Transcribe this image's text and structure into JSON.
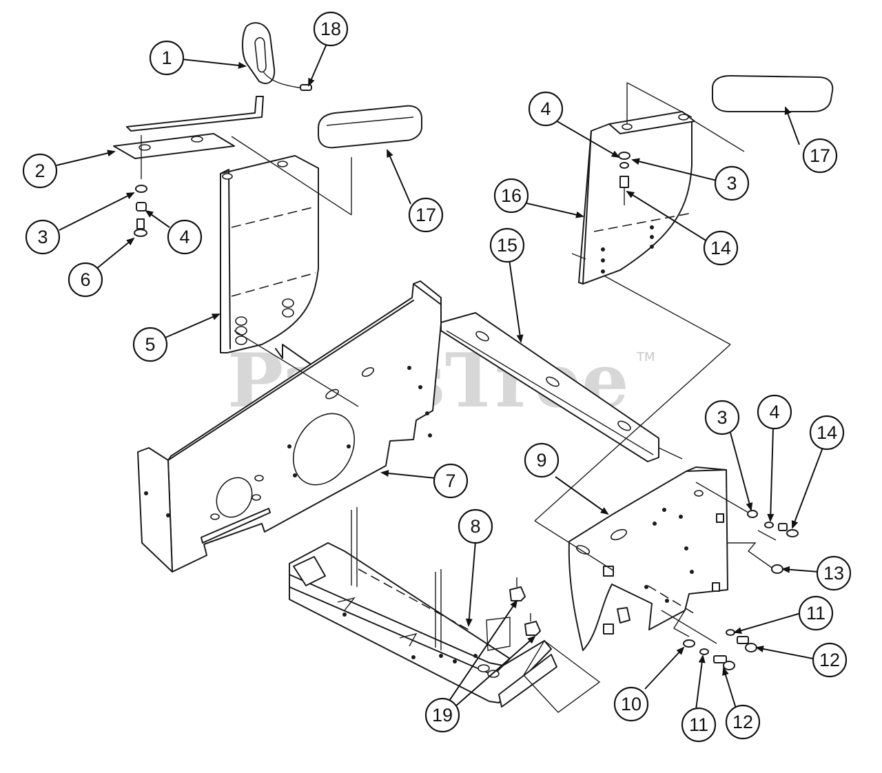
{
  "watermark": {
    "text": "PartsTree",
    "trademark": "TM"
  },
  "callouts": [
    {
      "id": "c1",
      "label": "1"
    },
    {
      "id": "c18",
      "label": "18"
    },
    {
      "id": "c2",
      "label": "2"
    },
    {
      "id": "c3a",
      "label": "3"
    },
    {
      "id": "c4a",
      "label": "4"
    },
    {
      "id": "c6",
      "label": "6"
    },
    {
      "id": "c17a",
      "label": "17"
    },
    {
      "id": "c5",
      "label": "5"
    },
    {
      "id": "c4b",
      "label": "4"
    },
    {
      "id": "c17b",
      "label": "17"
    },
    {
      "id": "c16",
      "label": "16"
    },
    {
      "id": "c3b",
      "label": "3"
    },
    {
      "id": "c14a",
      "label": "14"
    },
    {
      "id": "c15",
      "label": "15"
    },
    {
      "id": "c7",
      "label": "7"
    },
    {
      "id": "c9",
      "label": "9"
    },
    {
      "id": "c3c",
      "label": "3"
    },
    {
      "id": "c4c",
      "label": "4"
    },
    {
      "id": "c14b",
      "label": "14"
    },
    {
      "id": "c13",
      "label": "13"
    },
    {
      "id": "c8",
      "label": "8"
    },
    {
      "id": "c11a",
      "label": "11"
    },
    {
      "id": "c12a",
      "label": "12"
    },
    {
      "id": "c10",
      "label": "10"
    },
    {
      "id": "c11b",
      "label": "11"
    },
    {
      "id": "c12b",
      "label": "12"
    },
    {
      "id": "c19",
      "label": "19"
    }
  ]
}
